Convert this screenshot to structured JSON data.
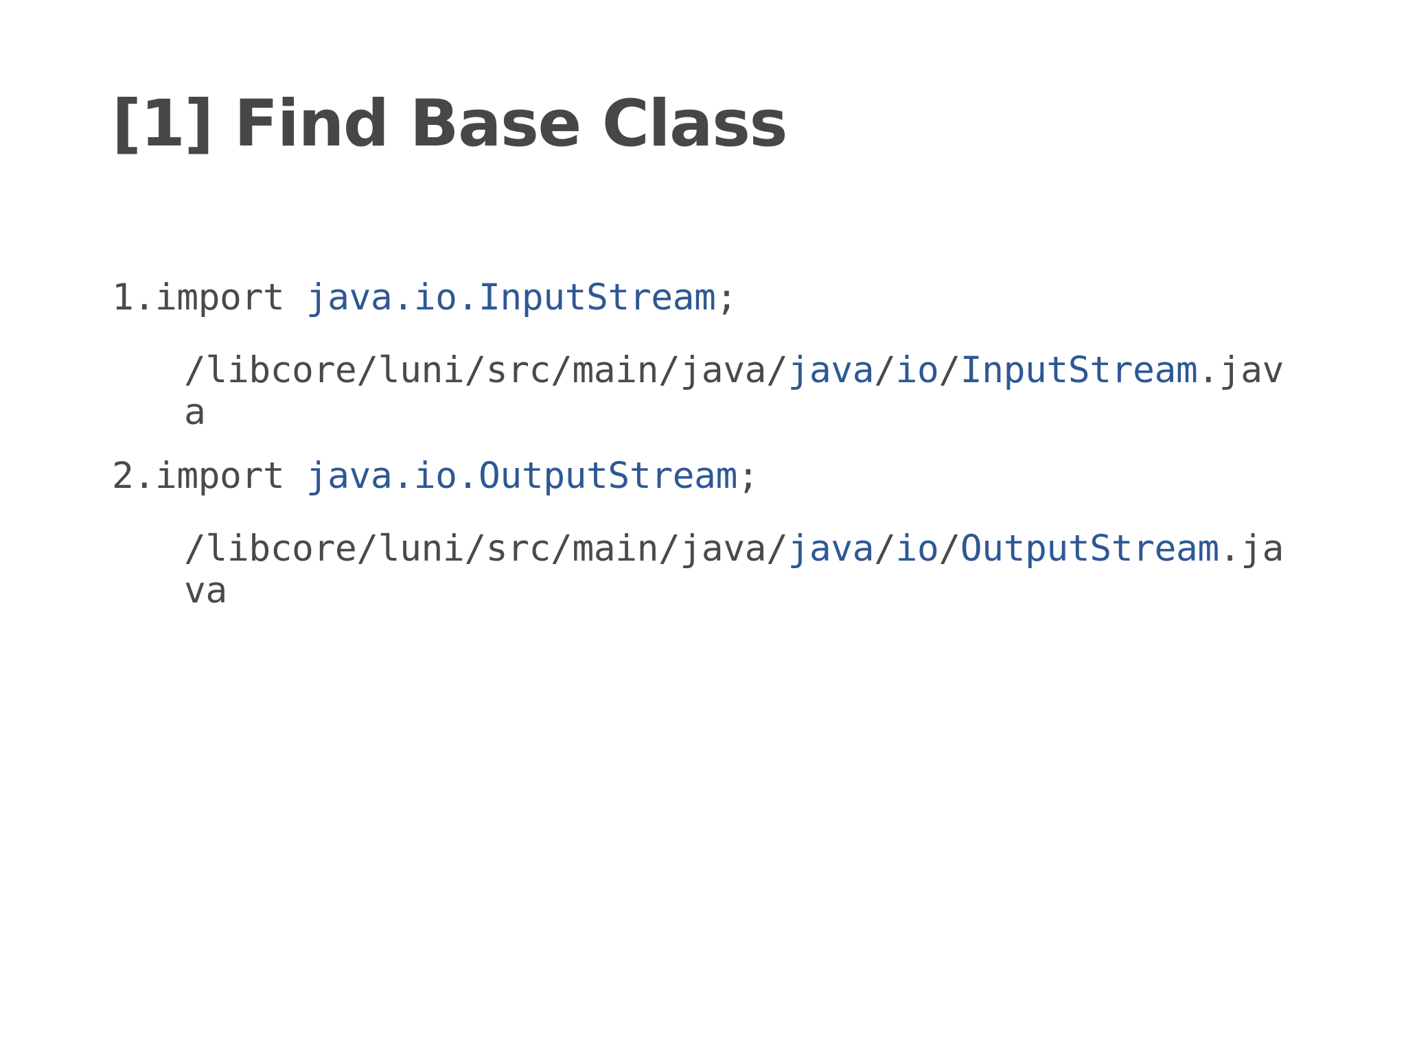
{
  "slide": {
    "title": "[1] Find Base Class",
    "background_color": "#ffffff",
    "title_color": "#474747",
    "accent_color": "#2e5894",
    "body_color": "#4a4a4a",
    "items": [
      {
        "marker": "1.",
        "code": {
          "keyword": "import ",
          "qualified_name": "java.io.InputStream",
          "terminator": ";"
        },
        "path": {
          "prefix": "/libcore/luni/src/main/java/",
          "pkg1": "java",
          "sep1": "/",
          "pkg2": "io",
          "sep2": "/",
          "classname": "InputStream",
          "extension": ".java",
          "full": "/libcore/luni/src/main/java/java/io/InputStream.java"
        }
      },
      {
        "marker": "2.",
        "code": {
          "keyword": "import ",
          "qualified_name": "java.io.OutputStream",
          "terminator": ";"
        },
        "path": {
          "prefix": "/libcore/luni/src/main/java/",
          "pkg1": "java",
          "sep1": "/",
          "pkg2": "io",
          "sep2": "/",
          "classname": "OutputStream",
          "extension": ".java",
          "full": "/libcore/luni/src/main/java/java/io/OutputStream.java"
        }
      }
    ]
  }
}
